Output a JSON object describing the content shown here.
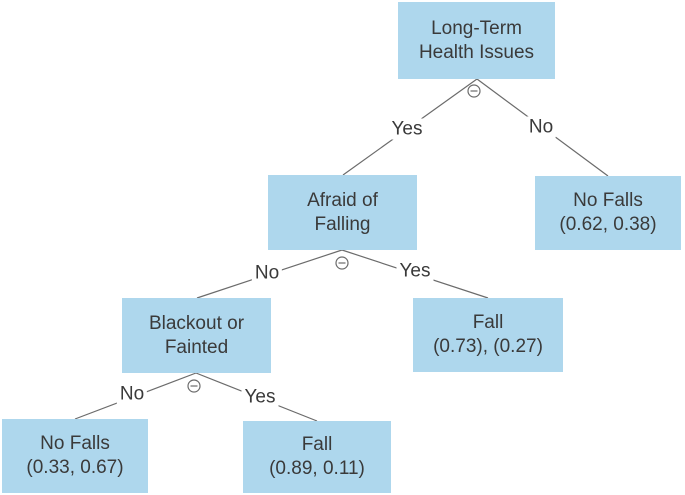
{
  "theme": {
    "background": "#FFFFFF",
    "node_fill": "#AED7ED",
    "text_color": "#3A3A3A",
    "edge_color": "#6B6B6B"
  },
  "icons": {
    "split": "circled-minus",
    "split_glyph": "⊖"
  },
  "tree": {
    "nodes": [
      {
        "id": "long-term-health-issues",
        "line1": "Long-Term",
        "line2": "Health Issues"
      },
      {
        "id": "afraid-of-falling",
        "line1": "Afraid of",
        "line2": "Falling"
      },
      {
        "id": "no-falls-right",
        "line1": "No Falls",
        "line2": "(0.62, 0.38)"
      },
      {
        "id": "blackout-or-fainted",
        "line1": "Blackout or",
        "line2": "Fainted"
      },
      {
        "id": "fall-middle",
        "line1": "Fall",
        "line2": "(0.73), (0.27)"
      },
      {
        "id": "no-falls-left",
        "line1": "No Falls",
        "line2": "(0.33, 0.67)"
      },
      {
        "id": "fall-bottom",
        "line1": "Fall",
        "line2": "(0.89, 0.11)"
      }
    ],
    "edges": [
      {
        "from": "Long-Term Health Issues",
        "to": "Afraid of Falling",
        "label": "Yes"
      },
      {
        "from": "Long-Term Health Issues",
        "to": "No Falls (0.62, 0.38)",
        "label": "No"
      },
      {
        "from": "Afraid of Falling",
        "to": "Blackout or Fainted",
        "label": "No"
      },
      {
        "from": "Afraid of Falling",
        "to": "Fall (0.73), (0.27)",
        "label": "Yes"
      },
      {
        "from": "Blackout or Fainted",
        "to": "No Falls (0.33, 0.67)",
        "label": "No"
      },
      {
        "from": "Blackout or Fainted",
        "to": "Fall (0.89, 0.11)",
        "label": "Yes"
      }
    ]
  }
}
